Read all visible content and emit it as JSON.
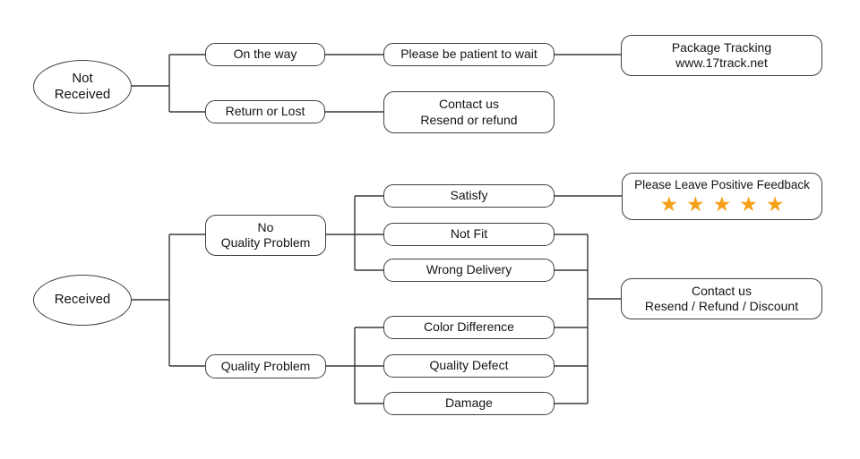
{
  "colors": {
    "line": "#3a3a3a",
    "star": "#F6A01A",
    "background": "#ffffff"
  },
  "not_received_flow": {
    "root_line1": "Not",
    "root_line2": "Received",
    "on_the_way": "On the way",
    "return_or_lost": "Return or Lost",
    "be_patient": "Please be patient to wait",
    "tracking_line1": "Package Tracking",
    "tracking_line2": "www.17track.net",
    "contact_line1": "Contact us",
    "contact_line2": "Resend or refund"
  },
  "received_flow": {
    "root": "Received",
    "no_quality_problem_line1": "No",
    "no_quality_problem_line2": "Quality Problem",
    "quality_problem": "Quality Problem",
    "satisfy": "Satisfy",
    "not_fit": "Not Fit",
    "wrong_delivery": "Wrong Delivery",
    "color_difference": "Color Difference",
    "quality_defect": "Quality Defect",
    "damage": "Damage",
    "feedback_title": "Please Leave Positive Feedback",
    "feedback_stars": "★★★★★",
    "feedback_star_count": 5,
    "star_color": "#F6A01A",
    "contact_line1": "Contact us",
    "contact_line2": "Resend / Refund / Discount"
  }
}
